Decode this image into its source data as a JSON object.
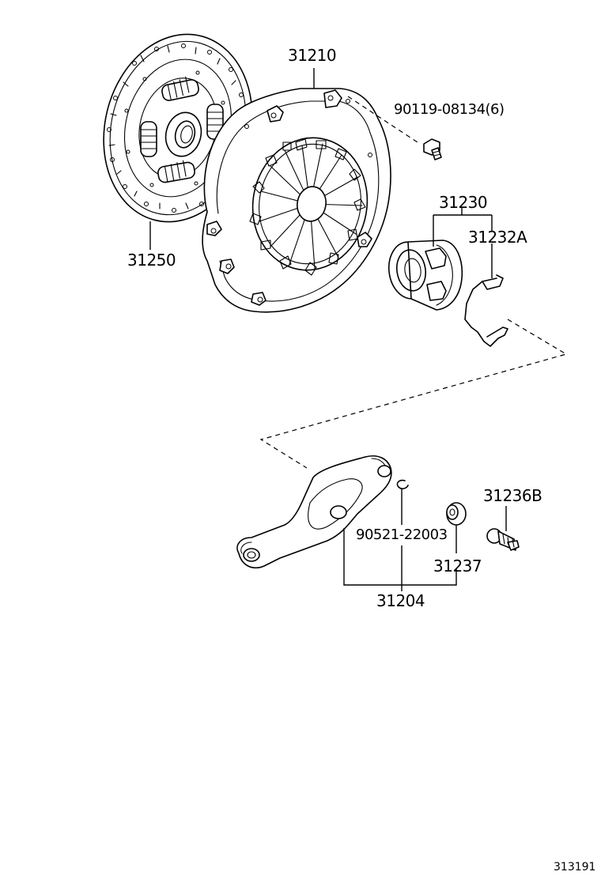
{
  "parts": {
    "pressure_plate": "31210",
    "bolt": "90119-08134(6)",
    "bearing_assy": "31230",
    "bearing_clip": "31232A",
    "clutch_disc": "31250",
    "ball_stud": "31236B",
    "e_ring": "90521-22003",
    "boot": "31237",
    "release_fork_sub_assy": "31204"
  },
  "figure_id": "313191"
}
